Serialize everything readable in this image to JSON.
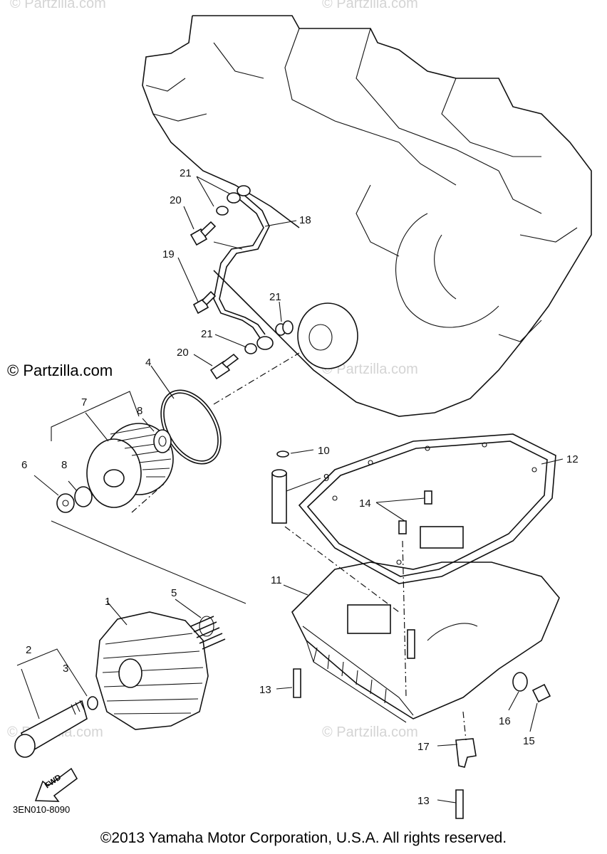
{
  "watermarks": {
    "top_left": "© Partzilla.com",
    "top_right": "© Partzilla.com",
    "side": "© Partzilla.com",
    "mid": "© Partzilla.com",
    "bottom_left": "© Partzilla.com",
    "bottom_right": "© Partzilla.com"
  },
  "reference_code": "3EN010-8090",
  "copyright": "©2013 Yamaha Motor Corporation, U.S.A. All rights reserved.",
  "fwd_label": "FWD",
  "callouts": [
    "1",
    "2",
    "3",
    "4",
    "5",
    "6",
    "7",
    "8",
    "8",
    "9",
    "10",
    "11",
    "12",
    "13",
    "13",
    "14",
    "15",
    "16",
    "17",
    "18",
    "19",
    "20",
    "20",
    "21",
    "21",
    "21"
  ]
}
